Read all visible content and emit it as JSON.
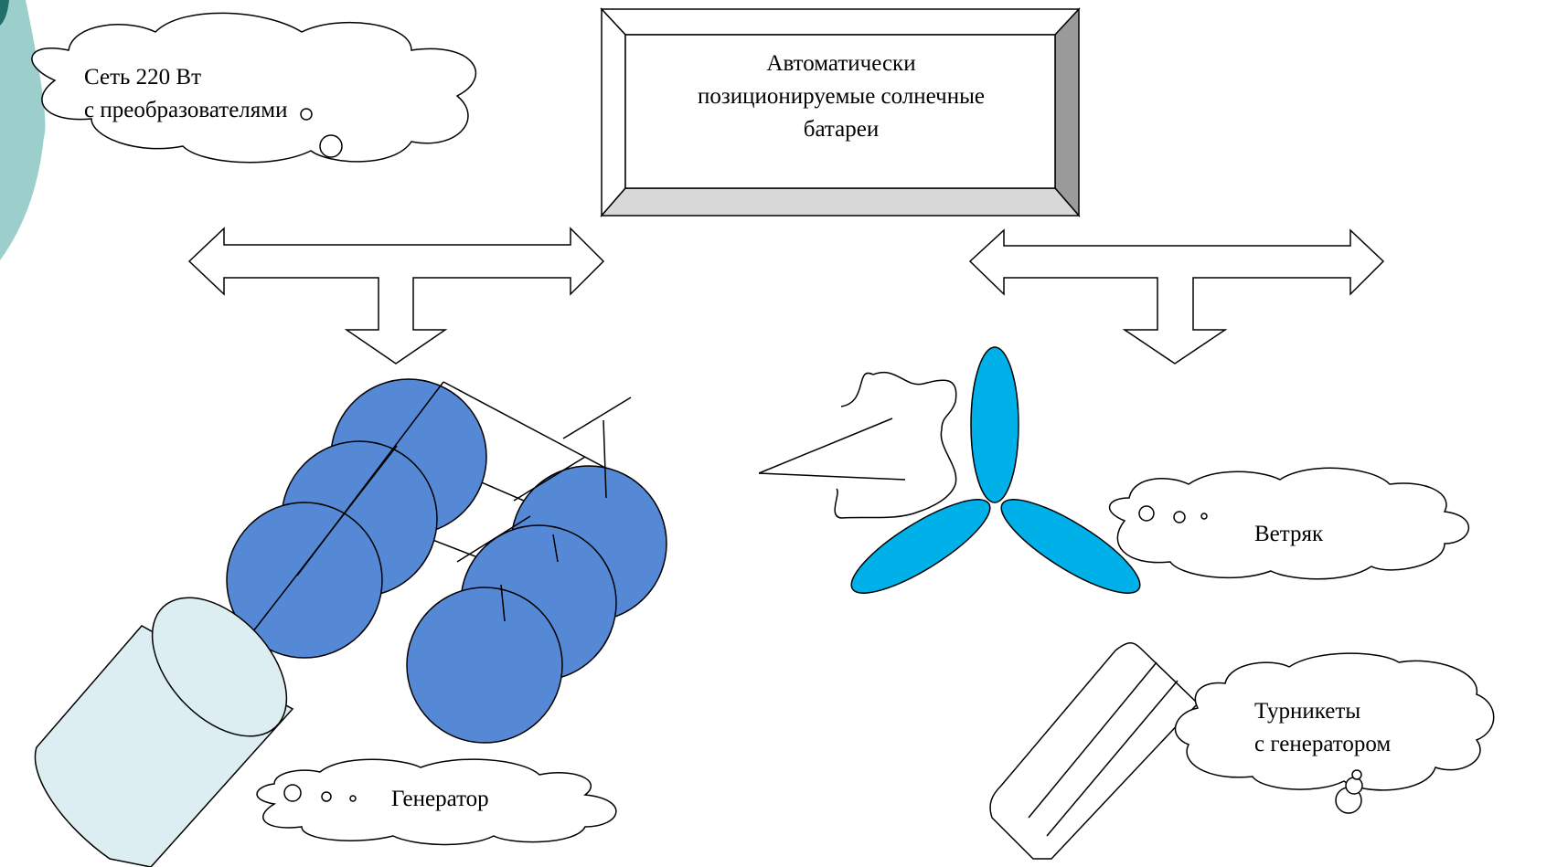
{
  "title_box": {
    "line1": "Автоматически",
    "line2": "позиционируемые солнечные",
    "line3": "батареи"
  },
  "clouds": {
    "grid": {
      "line1": "Сеть 220 Вт",
      "line2": "с преобразователями"
    },
    "generator": {
      "label": "Генератор"
    },
    "wind": {
      "label": "Ветряк"
    },
    "turnstile": {
      "line1": "Турникеты",
      "line2": "с генератором"
    }
  },
  "colors": {
    "solar_panel_fill": "#5589d5",
    "blade_fill": "#00b0e8",
    "cylinder_fill": "#dceef2",
    "bevel_light": "#d8d8d8",
    "bevel_dark": "#9a9a9a",
    "accent_teal": "#9ccfcc"
  },
  "icons": [
    "solar-panel-icon",
    "generator-cylinder-icon",
    "wind-turbine-icon",
    "turnstile-icon",
    "double-arrow-icon"
  ]
}
